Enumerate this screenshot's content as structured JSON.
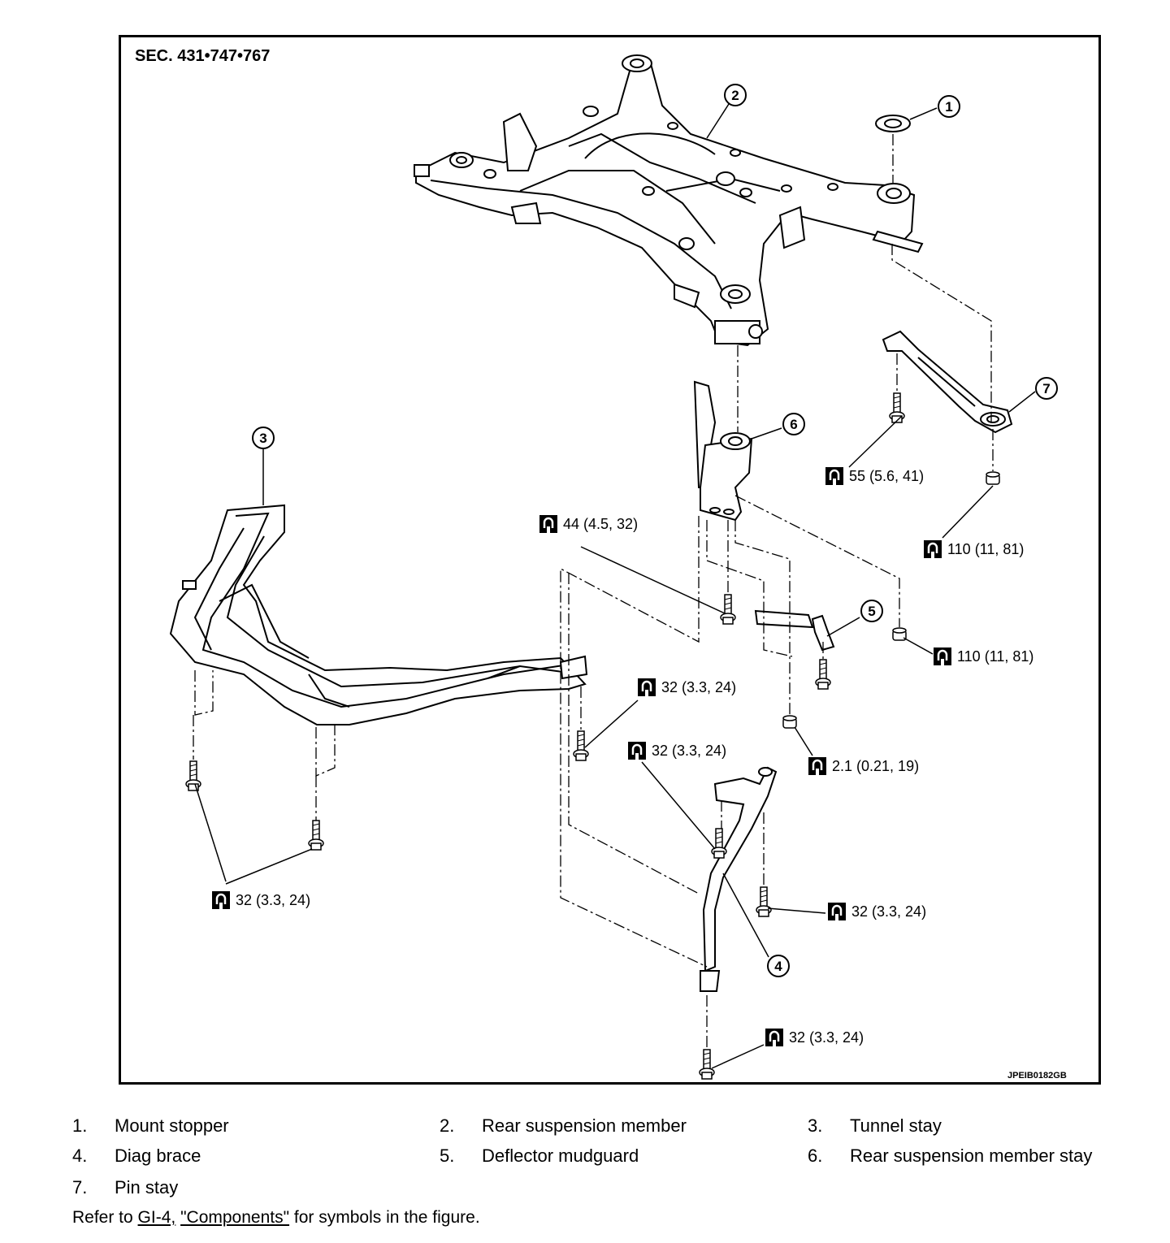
{
  "section_title": "SEC. 431•747•767",
  "figure_id": "JPEIB0182GB",
  "callouts": [
    "1",
    "2",
    "3",
    "4",
    "5",
    "6",
    "7"
  ],
  "torque_specs": [
    "55 (5.6, 41)",
    "44 (4.5, 32)",
    "110 (11, 81)",
    "110 (11, 81)",
    "32 (3.3, 24)",
    "32 (3.3, 24)",
    "2.1 (0.21, 19)",
    "32 (3.3, 24)",
    "32 (3.3, 24)",
    "32 (3.3, 24)"
  ],
  "legend": [
    {
      "num": "1.",
      "name": "Mount stopper"
    },
    {
      "num": "2.",
      "name": "Rear suspension member"
    },
    {
      "num": "3.",
      "name": "Tunnel stay"
    },
    {
      "num": "4.",
      "name": "Diag brace"
    },
    {
      "num": "5.",
      "name": "Deflector mudguard"
    },
    {
      "num": "6.",
      "name": "Rear suspension member stay"
    },
    {
      "num": "7.",
      "name": "Pin stay"
    }
  ],
  "refer": {
    "prefix": "Refer to ",
    "link_gi": "GI-4,",
    "link_components": "\"Components\"",
    "suffix": " for symbols in the figure."
  }
}
